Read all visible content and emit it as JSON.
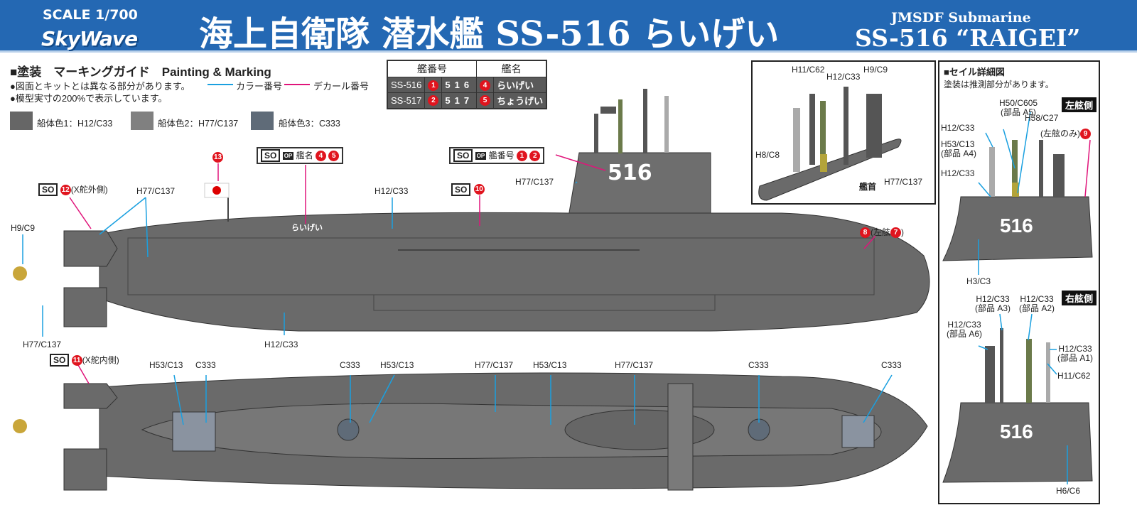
{
  "header": {
    "scale": "SCALE 1/700",
    "brand": "SkyWave",
    "title": "海上自衛隊 潜水艦 SS-516 らいげい",
    "subtitle1": "JMSDF Submarine",
    "subtitle2": "SS-516 “RAIGEI”",
    "bg_color": "#2468b3"
  },
  "guide": {
    "heading": "■塗装　マーキングガイド　Painting & Marking",
    "note1": "●図面とキットとは異なる部分があります。",
    "legend_color": "カラー番号",
    "legend_decal": "デカール番号",
    "note2": "●模型実寸の200%で表示しています。",
    "color_line": "#1aa0e0",
    "decal_line": "#e0147a"
  },
  "swatches": [
    {
      "label": "船体色1：H12/C33",
      "color": "#666666"
    },
    {
      "label": "船体色2：H77/C137",
      "color": "#808080"
    },
    {
      "label": "船体色3：C333",
      "color": "#5f6b78"
    }
  ],
  "numbers_table": {
    "col1": "艦番号",
    "col2": "艦名",
    "rows": [
      {
        "ship": "SS-516",
        "num_decal": "1",
        "hull_number": "516",
        "name_decal": "4",
        "name": "らいげい"
      },
      {
        "ship": "SS-517",
        "num_decal": "2",
        "hull_number": "517",
        "name_decal": "5",
        "name": "ちょうげい"
      }
    ]
  },
  "decals": {
    "so": "SO",
    "op": "OP",
    "name_label": "艦名",
    "number_label": "艦番号",
    "d4": "4",
    "d5": "5",
    "d1": "1",
    "d2": "2",
    "d12": "12",
    "x_outer": "(X舵外側)",
    "d13": "13",
    "d10": "10",
    "d8": "8",
    "port": "(左舷",
    "d7": "7",
    "d11": "11",
    "x_inner": "(X舵内側)"
  },
  "side_labels": [
    "H9/C9",
    "H77/C137",
    "H12/C33",
    "H77/C137",
    "H12/C33",
    "H77/C137"
  ],
  "hull_text": {
    "sail_number": "516",
    "name_mark": "らいげい"
  },
  "top_labels": [
    "H53/C13",
    "C333",
    "C333",
    "H53/C13",
    "H77/C137",
    "H53/C13",
    "H77/C137",
    "C333",
    "C333"
  ],
  "sail_panel": {
    "labels": [
      "H11/C62",
      "H12/C33",
      "H9/C9",
      "H8/C8",
      "H77/C137"
    ],
    "bow": "艦首"
  },
  "sail_detail": {
    "heading": "■セイル詳細図",
    "note": "塗装は推測部分があります。",
    "port_tag": "左舷側",
    "starboard_tag": "右舷側",
    "port_labels": [
      "H50/C605",
      "(部品 A5)",
      "H58/C27",
      "H12/C33",
      "(左舷のみ)",
      "9",
      "H53/C13",
      "(部品 A4)",
      "H12/C33",
      "H3/C3"
    ],
    "starboard_labels": [
      "H12/C33",
      "(部品 A3)",
      "H12/C33",
      "(部品 A2)",
      "H12/C33",
      "(部品 A6)",
      "H12/C33",
      "(部品 A1)",
      "H11/C62",
      "H6/C6"
    ],
    "sail_number": "516"
  }
}
